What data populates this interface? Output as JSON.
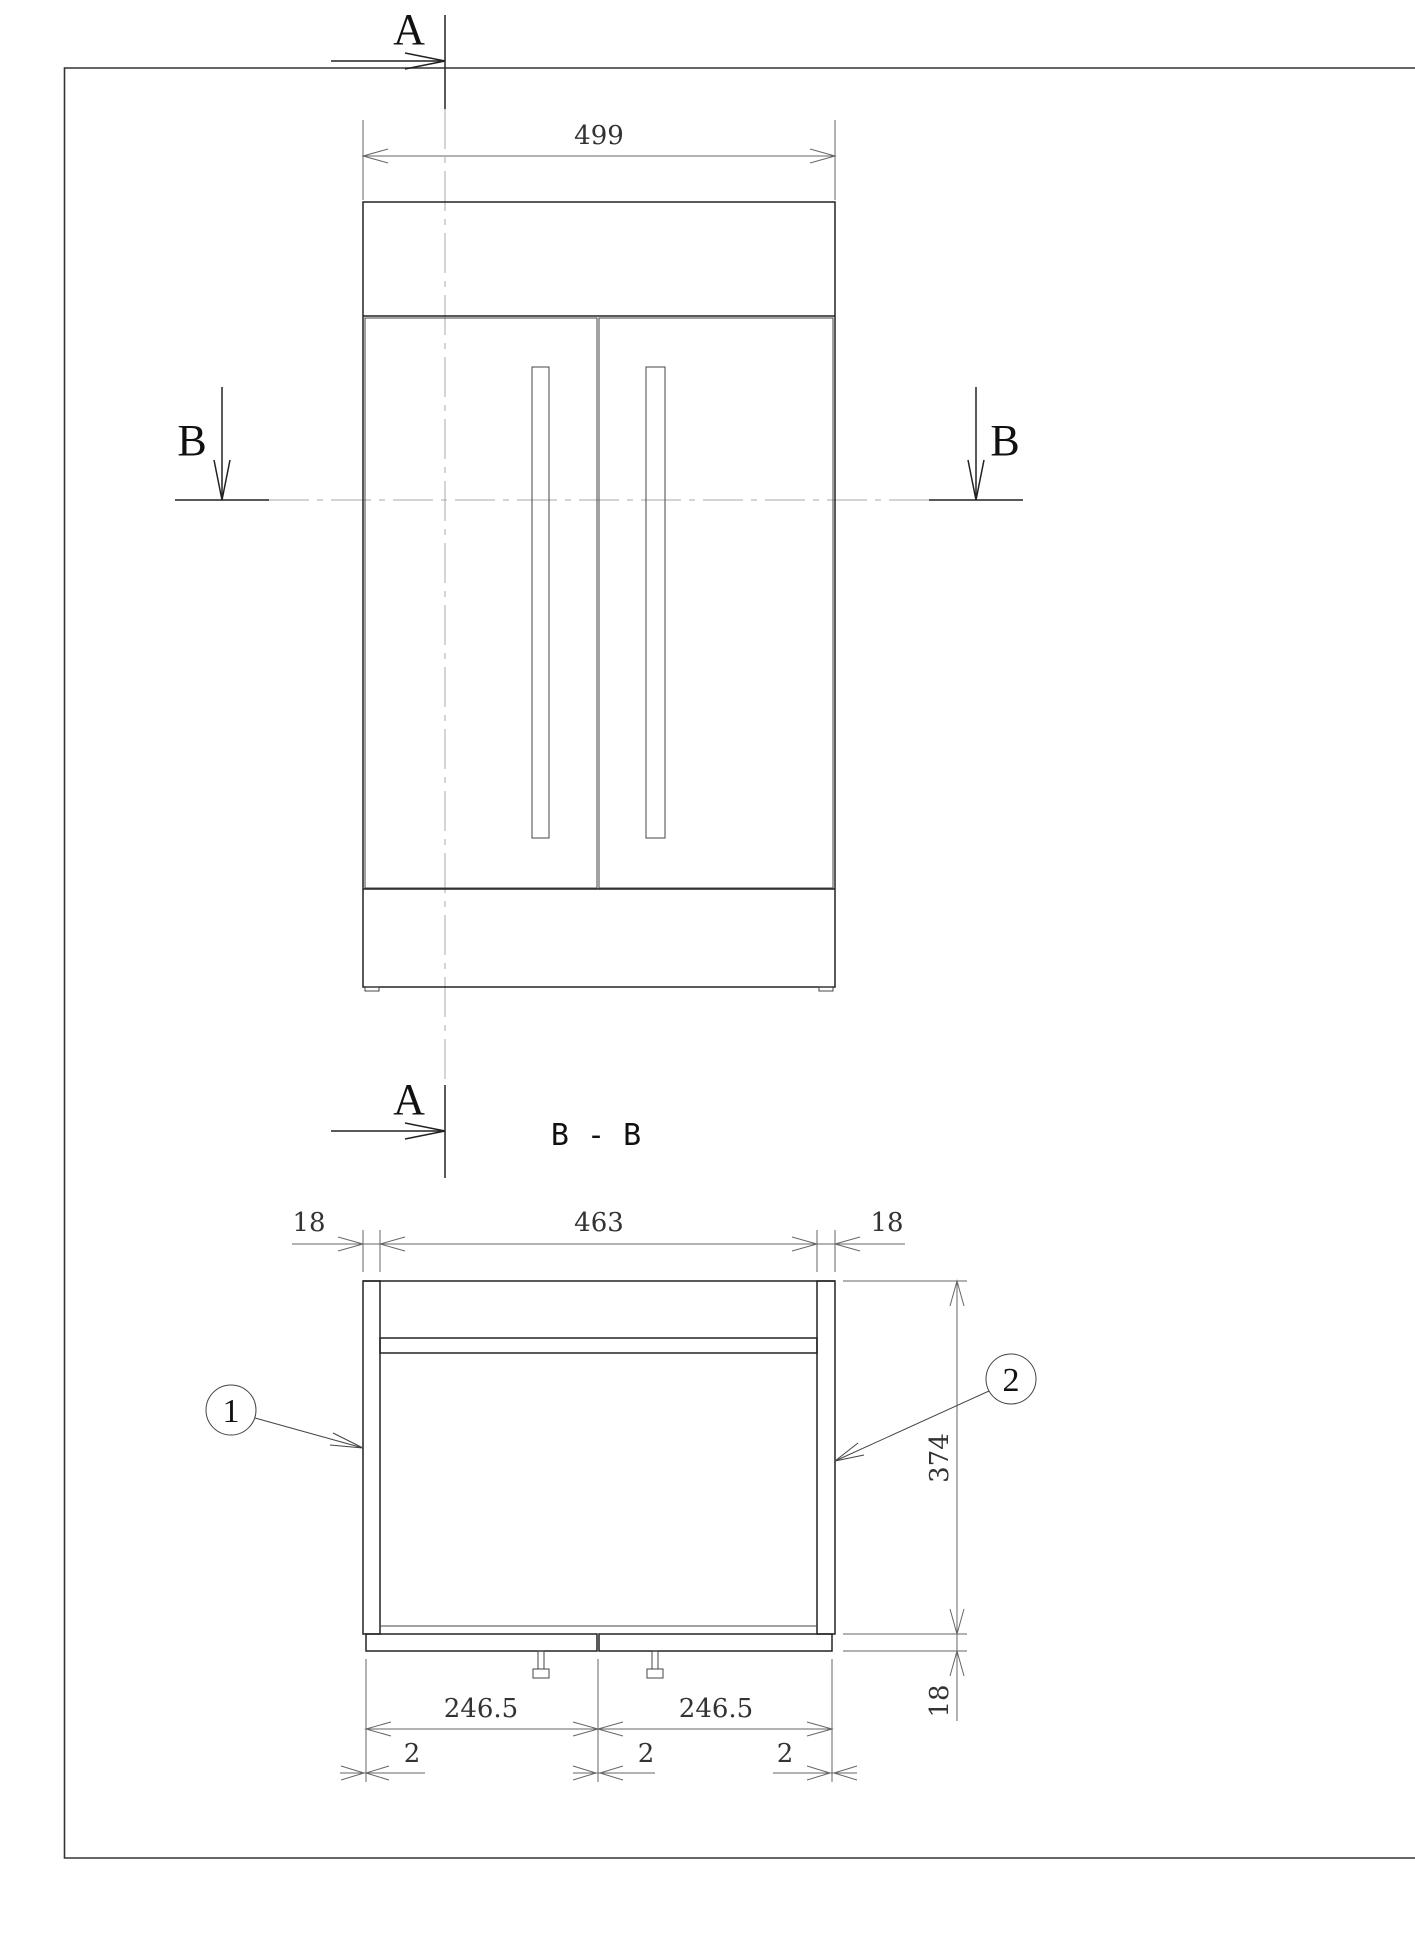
{
  "section_labels": {
    "a_top": "A",
    "a_bottom": "A",
    "b_left": "B",
    "b_right": "B",
    "section_title": "B - B"
  },
  "front_view": {
    "overall_width": "499"
  },
  "section_view": {
    "left_panel_thickness": "18",
    "inner_width": "463",
    "right_panel_thickness": "18",
    "height": "374",
    "base_thickness": "18",
    "door_width_left": "246.5",
    "door_width_right": "246.5",
    "gap_left": "2",
    "gap_middle": "2",
    "gap_right": "2"
  },
  "callouts": {
    "one": "1",
    "two": "2"
  }
}
